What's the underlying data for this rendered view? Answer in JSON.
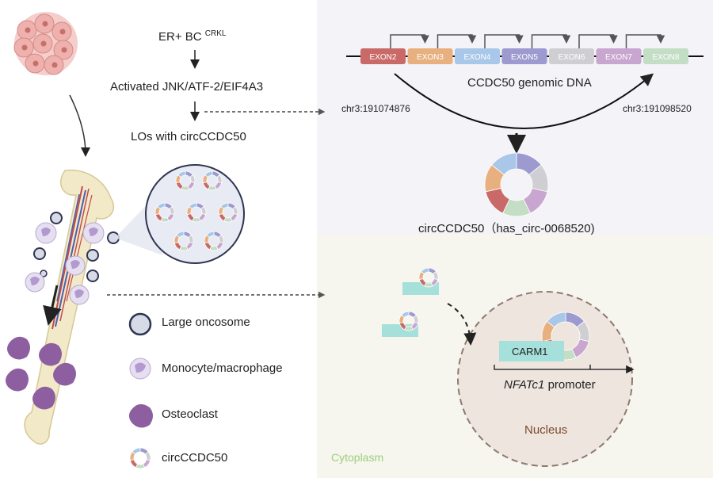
{
  "flow": {
    "step1": "ER+ BC",
    "step1_sup": "CRKL",
    "step2": "Activated JNK/ATF-2/EIF4A3",
    "step3": "LOs with circCCDC50"
  },
  "genomic": {
    "exons": [
      {
        "label": "EXON2",
        "color": "#c96a68"
      },
      {
        "label": "EXON3",
        "color": "#e8b07f"
      },
      {
        "label": "EXON4",
        "color": "#a9c7e8"
      },
      {
        "label": "EXON5",
        "color": "#9d9ad0"
      },
      {
        "label": "EXON6",
        "color": "#cfcfd3"
      },
      {
        "label": "EXON7",
        "color": "#c9a6cf"
      },
      {
        "label": "EXON8",
        "color": "#c3dec4"
      }
    ],
    "title": "CCDC50 genomic DNA",
    "coord_left": "chr3:191074876",
    "coord_right": "chr3:191098520",
    "circ_label": "circCCDC50（has_circ-0068520)"
  },
  "cyto": {
    "carm1": "CARM1",
    "promoter_gene": "NFATc1",
    "promoter_suffix": " promoter",
    "nucleus": "Nucleus",
    "cytoplasm": "Cytoplasm"
  },
  "legend": {
    "large_oncosome": "Large oncosome",
    "monocyte": "Monocyte/macrophage",
    "osteoclast": "Osteoclast",
    "circ": "circCCDC50"
  },
  "colors": {
    "ring": [
      "#9d9ad0",
      "#cfcfd3",
      "#c9a6cf",
      "#c3dec4",
      "#c96a68",
      "#e8b07f",
      "#a9c7e8"
    ],
    "cytoplasm_text": "#9bd07c",
    "nucleus_text": "#7a4a2a",
    "teal": "#a6e0da"
  }
}
